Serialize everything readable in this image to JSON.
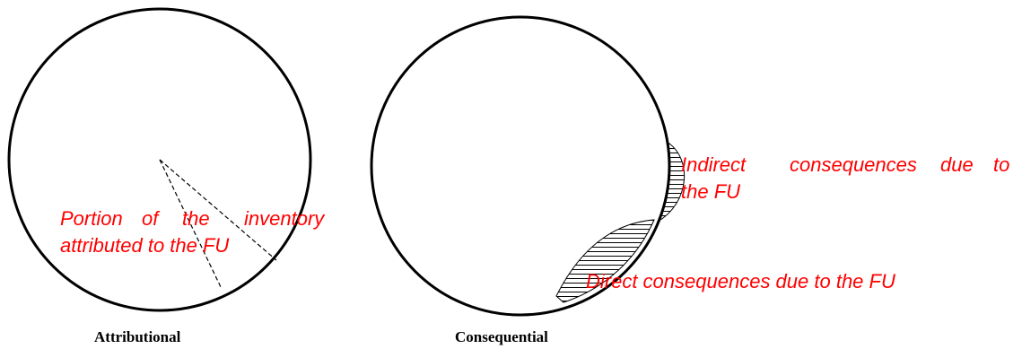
{
  "attributional": {
    "caption": "Attributional",
    "label_line1": [
      "Portion",
      "of",
      "the",
      "inventory"
    ],
    "label_line2": "attributed to the FU"
  },
  "consequential": {
    "caption": "Consequential",
    "indirect_line1": [
      "Indirect",
      "consequences",
      "due",
      "to"
    ],
    "indirect_line2": "the FU",
    "direct_label": "Direct consequences due to the FU"
  },
  "colors": {
    "annotation": "#ff0000",
    "stroke": "#000000"
  }
}
